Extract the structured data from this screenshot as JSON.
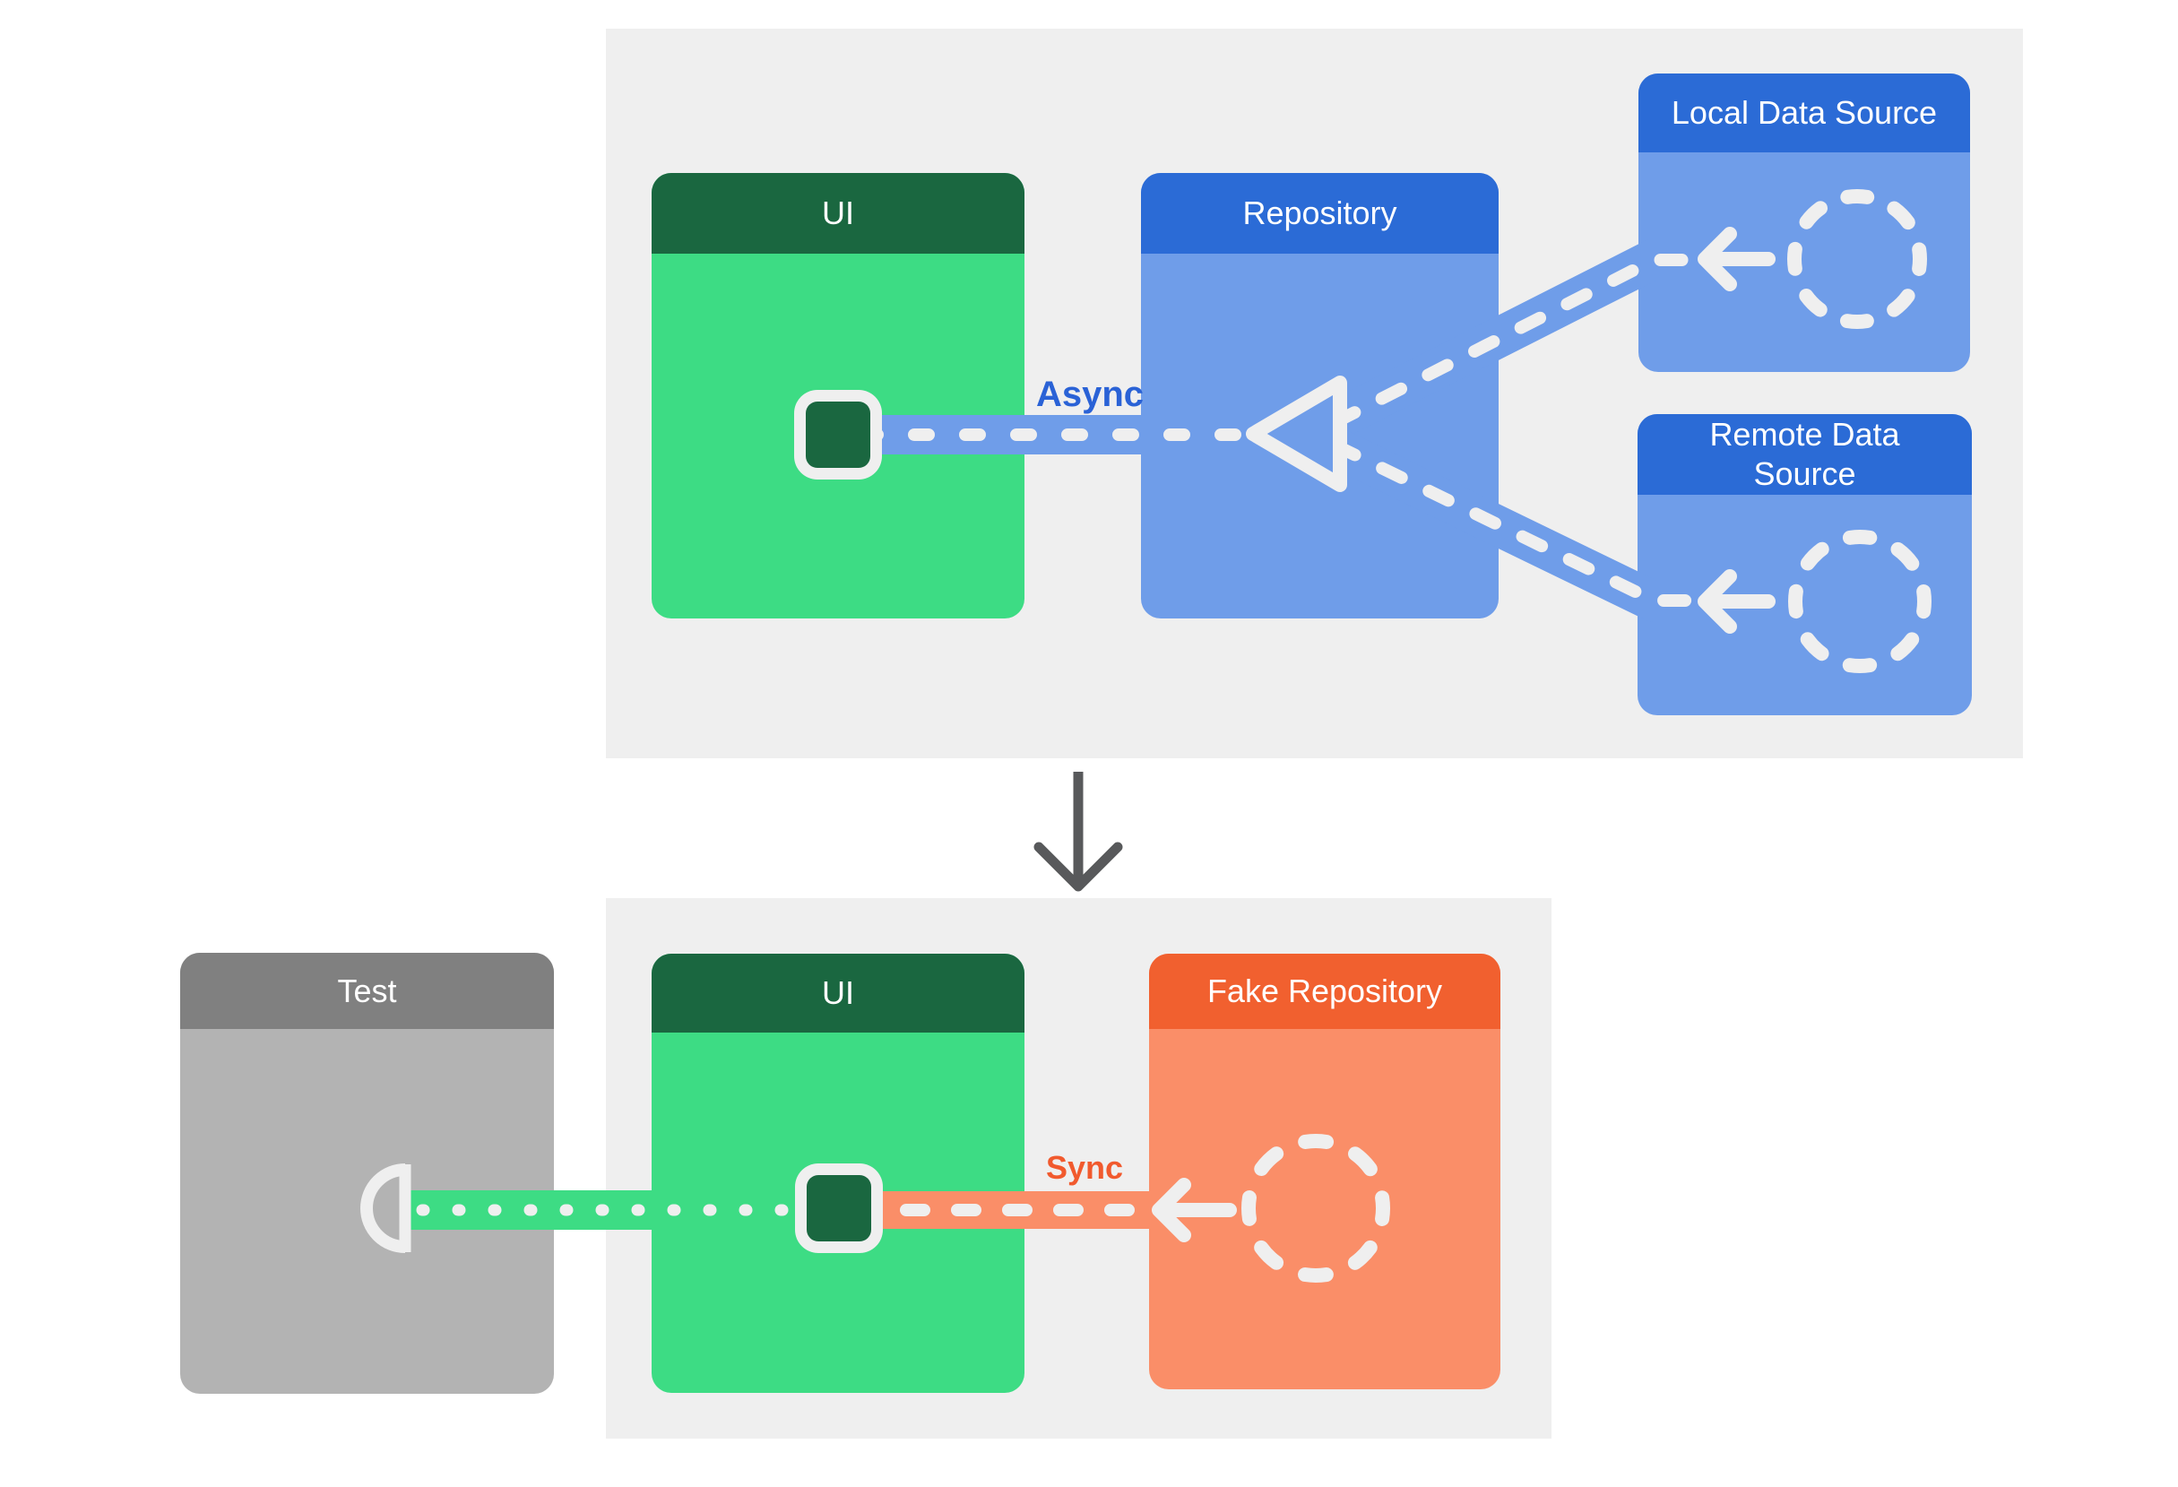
{
  "top_panel": {
    "ui_card_title": "UI",
    "repository_card_title": "Repository",
    "local_data_source_card_title": "Local Data Source",
    "remote_data_source_card_title": "Remote Data Source",
    "async_label": "Async"
  },
  "bottom_panel": {
    "test_card_title": "Test",
    "ui_card_title": "UI",
    "fake_repository_card_title": "Fake Repository",
    "sync_label": "Sync"
  },
  "icons": {
    "observer_triangle": "hollow-left-triangle",
    "data_source_circle": "dashed-circle",
    "flow_arrow": "left-arrow",
    "panel_transition": "down-arrow",
    "test_socket": "half-circle-socket",
    "ui_state_chip": "dark-rounded-square"
  },
  "colors": {
    "page_bg": "#FFFFFF",
    "panel_bg": "#EFEFEF",
    "green_header": "#1A6740",
    "green_body": "#3DDC84",
    "blue_header": "#2B6BD6",
    "blue_body": "#6F9DE9",
    "orange_header": "#F1602F",
    "orange_body": "#FA8E68",
    "gray_header": "#808080",
    "gray_body": "#B3B3B3",
    "connector_stroke": "#EFEFEF",
    "async_text": "#2A62D6",
    "sync_text": "#F15A2E",
    "down_arrow": "#58595B"
  }
}
